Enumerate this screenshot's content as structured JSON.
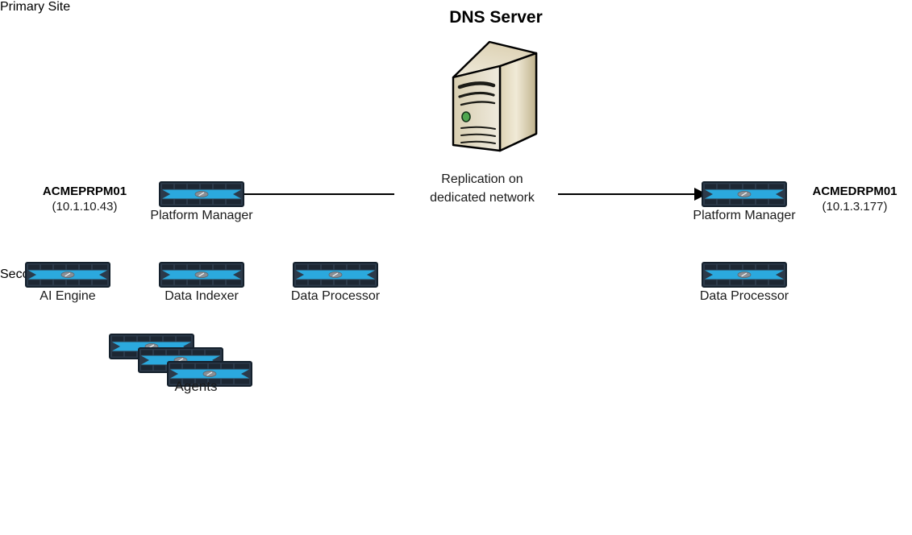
{
  "diagram": {
    "title": "DNS Server",
    "dns": {
      "label": "DNS Server",
      "icon": "server-tower-icon"
    },
    "replication": {
      "line1": "Replication on",
      "line2": "dedicated network",
      "arrow_icon": "arrow-right-icon",
      "direction": "primary-to-secondary"
    },
    "sites": [
      {
        "id": "primary",
        "title": "Primary Site",
        "host": {
          "name": "ACMEPRPM01",
          "ip": "(10.1.10.43)"
        },
        "nodes": [
          {
            "label": "Platform Manager",
            "icon": "network-appliance-icon"
          },
          {
            "label": "AI Engine",
            "icon": "network-appliance-icon"
          },
          {
            "label": "Data Indexer",
            "icon": "network-appliance-icon"
          },
          {
            "label": "Data Processor",
            "icon": "network-appliance-icon"
          }
        ],
        "group": {
          "label": "Agents",
          "icon": "network-appliance-stack-icon",
          "count": 3
        }
      },
      {
        "id": "secondary",
        "title": "Secondary Site",
        "host": {
          "name": "ACMEDRPM01",
          "ip": "(10.1.3.177)"
        },
        "nodes": [
          {
            "label": "Platform Manager",
            "icon": "network-appliance-icon"
          },
          {
            "label": "Data Processor",
            "icon": "network-appliance-icon"
          }
        ]
      }
    ]
  },
  "colors": {
    "appliance_body": "#2BA9DE",
    "appliance_frame": "#2c3a4a",
    "appliance_slot": "#1d2733",
    "site_fill": "#f1f1f1",
    "site_border": "#1a1a1a",
    "server_face": "#c9bd99",
    "server_top": "#efeadb",
    "server_led": "#4fa64f",
    "line": "#000000"
  }
}
